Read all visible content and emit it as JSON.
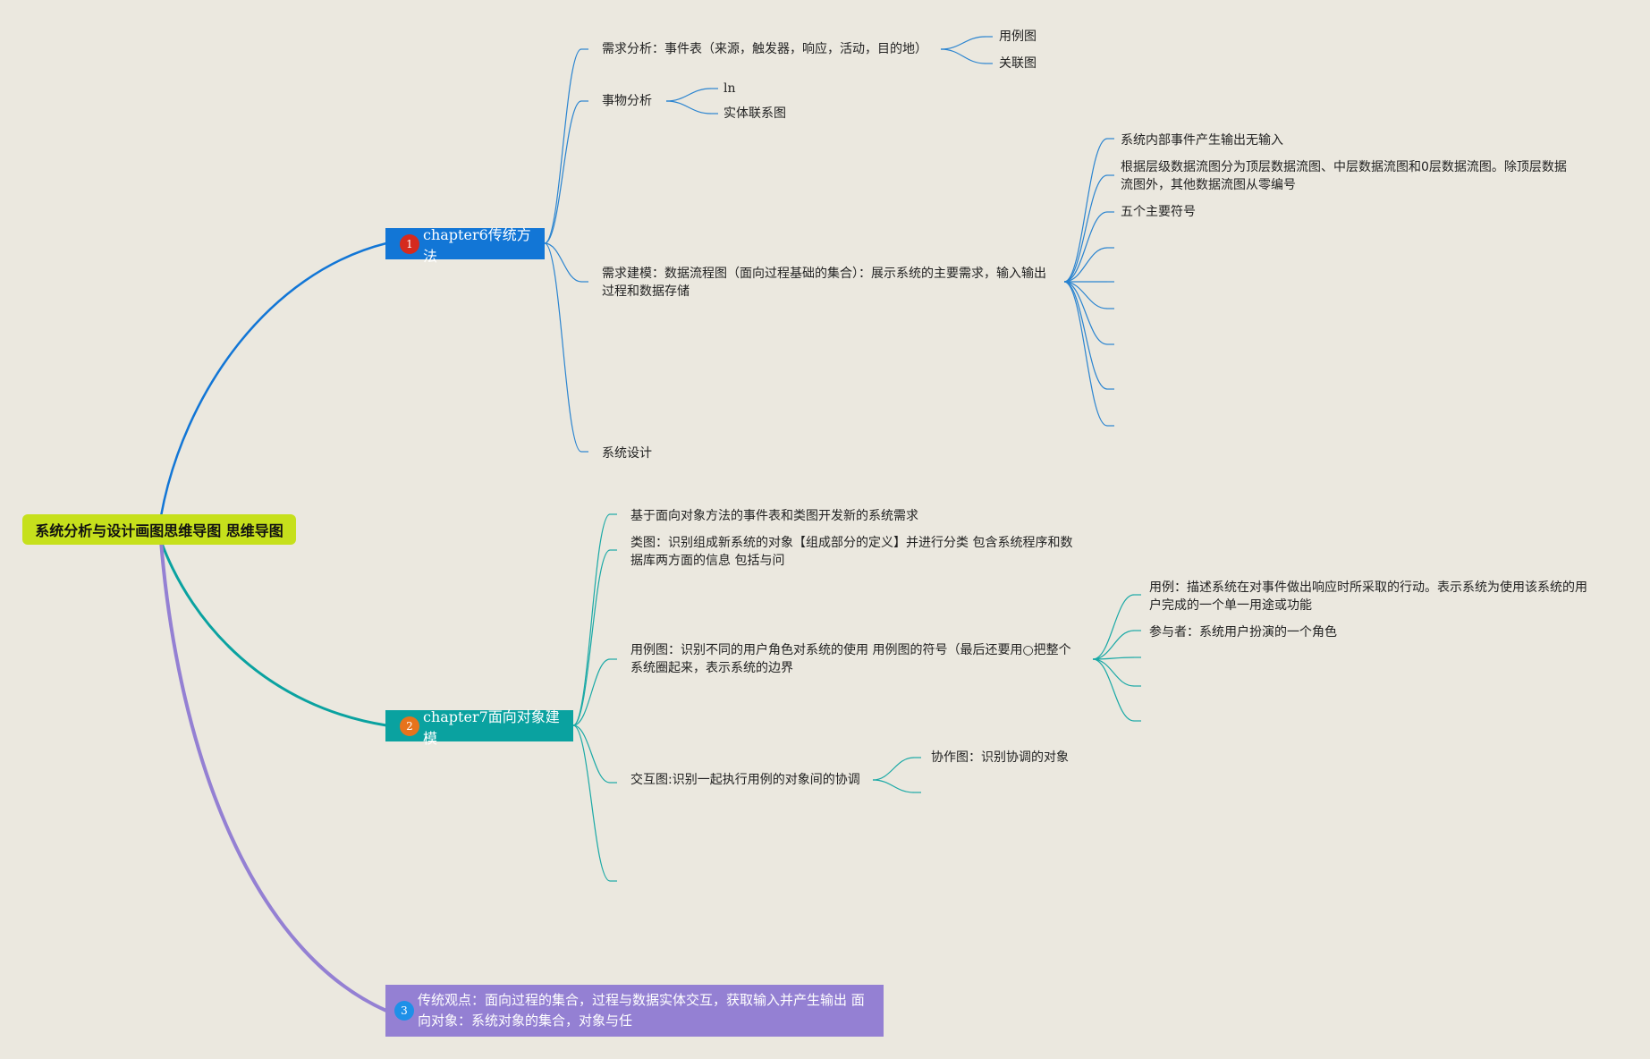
{
  "colors": {
    "background": "#ebe8df",
    "root": "#c6e01c",
    "branch1": "#1276d6",
    "branch2": "#0aa2a0",
    "branch3": "#9480d3",
    "badge1": "#d52a1e",
    "badge2": "#e7731c",
    "badge3": "#1e90e8",
    "line1": "#2a84d0",
    "line2": "#1aa9a6",
    "line3": "#9a84d8"
  },
  "root": {
    "label": "系统分析与设计画图思维导图 思维导图"
  },
  "chapter6": {
    "badge": "1",
    "label": "chapter6传统方法",
    "items": {
      "requirements": "需求分析：事件表（来源，触发器，响应，活动，目的地）",
      "use_case_diagram": "用例图",
      "context_diagram": "关联图",
      "things": "事物分析",
      "ln": "ln",
      "erd": "实体联系图",
      "modeling": "需求建模：数据流程图（面向过程基础的集合）：展示系统的主要需求，输入输出过程和数据存储",
      "internal_events": "系统内部事件产生输出无输入",
      "levels": "根据层级数据流图分为顶层数据流图、中层数据流图和0层数据流图。除顶层数据流图外，其他数据流图从零编号",
      "five_symbols": "五个主要符号",
      "design": "系统设计"
    }
  },
  "chapter7": {
    "badge": "2",
    "label": "chapter7面向对象建模",
    "items": {
      "oo_events": "基于面向对象方法的事件表和类图开发新的系统需求",
      "class_diagram": "类图：识别组成新系统的对象【组成部分的定义】并进行分类 包含系统程序和数据库两方面的信息 包括与问",
      "use_case": "用例图：识别不同的用户角色对系统的使用 用例图的符号（最后还要用○把整个系统圈起来，表示系统的边界",
      "use_case_def": "用例：描述系统在对事件做出响应时所采取的行动。表示系统为使用该系统的用户完成的一个单一用途或功能",
      "actor": "参与者：系统用户扮演的一个角色",
      "interaction": "交互图:识别一起执行用例的对象间的协调",
      "collaboration": "协作图：识别协调的对象"
    }
  },
  "branch3": {
    "badge": "3",
    "label": "传统观点：面向过程的集合，过程与数据实体交互，获取输入并产生输出 面向对象：系统对象的集合，对象与任"
  }
}
